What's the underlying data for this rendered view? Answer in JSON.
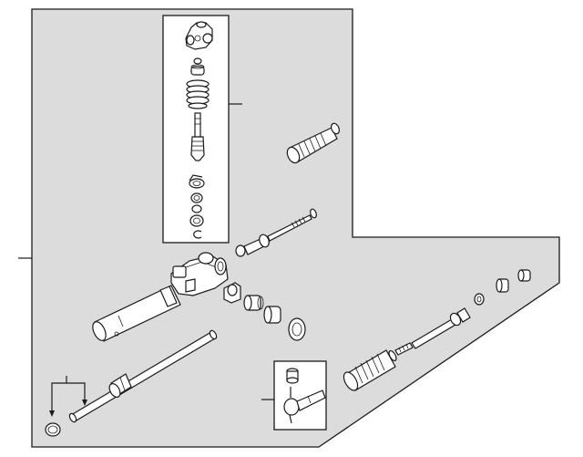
{
  "diagram": {
    "background_color": "#ffffff",
    "panel_color": "#dcdcdc",
    "line_color": "#1a1a1a",
    "parts": [
      "pinion-valve-housing",
      "pinion-seal",
      "pinion-spring-stack",
      "pinion-shaft",
      "pinion-o-ring",
      "pinion-washer",
      "pinion-snap-ring",
      "rack-housing",
      "inner-tie-rod-left",
      "rack-bushing",
      "rack-seal-ring",
      "mount-bushing",
      "mount-bracket",
      "boot-upper-right",
      "rack-shaft",
      "housing-o-ring",
      "boot-lower-right",
      "inner-tie-rod-right",
      "outer-tie-rod-end",
      "tie-rod-nut",
      "right-bushings"
    ]
  }
}
